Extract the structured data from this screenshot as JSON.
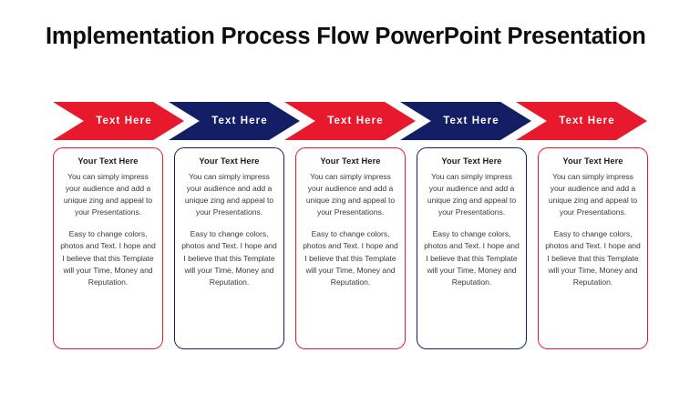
{
  "slide": {
    "title": "Implementation Process Flow PowerPoint Presentation",
    "background_color": "#ffffff"
  },
  "colors": {
    "red": "#e8192c",
    "navy": "#141e64",
    "title_text": "#0d0d0d",
    "body_text": "#3a3a3a",
    "card_heading_text": "#1a1a1a",
    "chevron_text": "#ffffff"
  },
  "banner": {
    "steps": [
      {
        "label": "Text Here",
        "color": "#e8192c"
      },
      {
        "label": "Text Here",
        "color": "#141e64"
      },
      {
        "label": "Text Here",
        "color": "#e8192c"
      },
      {
        "label": "Text Here",
        "color": "#141e64"
      },
      {
        "label": "Text Here",
        "color": "#e8192c"
      }
    ]
  },
  "cards": [
    {
      "heading": "Your Text Here",
      "paragraph1": "You can simply impress your audience and add a unique zing and appeal to your Presentations.",
      "paragraph2": "Easy to change colors, photos and Text. I hope and I believe that this Template will your Time, Money and Reputation.",
      "border_color": "#e8192c"
    },
    {
      "heading": "Your Text Here",
      "paragraph1": "You can simply impress your audience and add a unique zing and appeal to your Presentations.",
      "paragraph2": "Easy to change colors, photos and Text. I hope and I believe that this Template will your Time, Money and Reputation.",
      "border_color": "#141e64"
    },
    {
      "heading": "Your Text Here",
      "paragraph1": "You can simply impress your audience and add a unique zing and appeal to your Presentations.",
      "paragraph2": "Easy to change colors, photos and Text. I hope and I believe that this Template will your Time, Money and Reputation.",
      "border_color": "#e8192c"
    },
    {
      "heading": "Your Text Here",
      "paragraph1": "You can simply impress your audience and add a unique zing and appeal to your Presentations.",
      "paragraph2": "Easy to change colors, photos and Text. I hope and I believe that this Template will your Time, Money and Reputation.",
      "border_color": "#141e64"
    },
    {
      "heading": "Your Text Here",
      "paragraph1": "You can simply impress your audience and add a unique zing and appeal to your Presentations.",
      "paragraph2": "Easy to change colors, photos and Text. I hope and I believe that this Template will your Time, Money and Reputation.",
      "border_color": "#e8192c"
    }
  ]
}
